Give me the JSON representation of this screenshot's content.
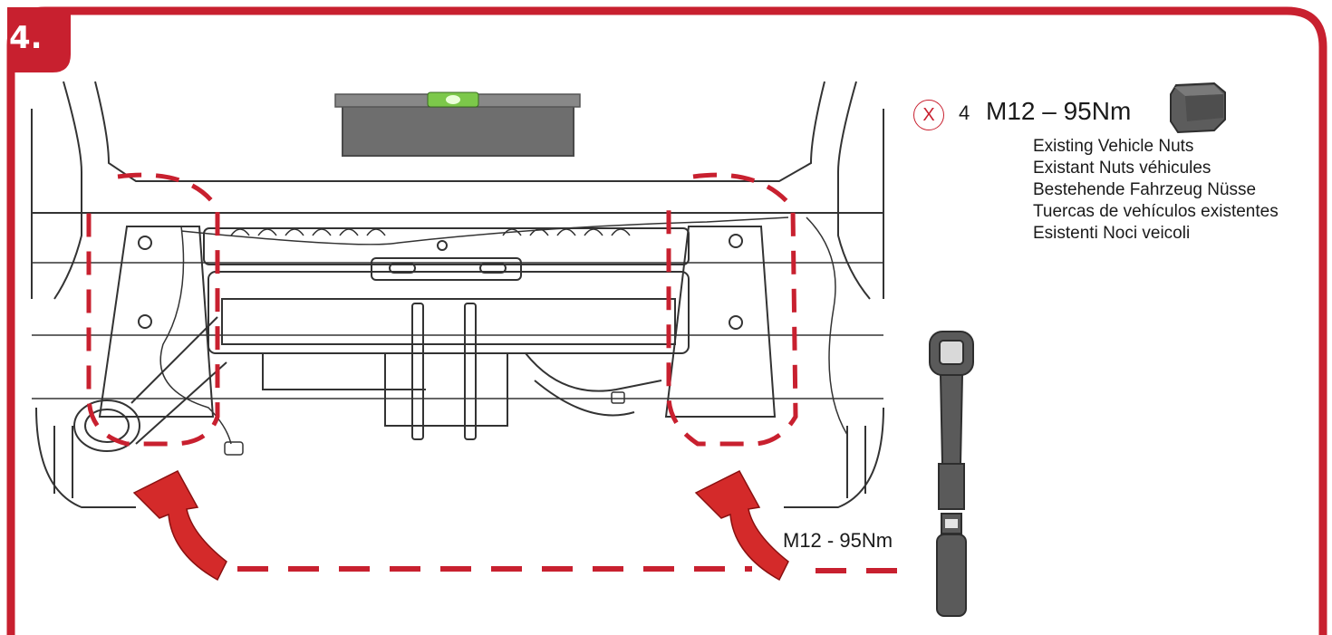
{
  "step": {
    "number": "4."
  },
  "spec": {
    "quantity_marker": "X",
    "quantity": "4",
    "title": "M12 – 95Nm",
    "descriptions": [
      "Existing Vehicle Nuts",
      "Existant Nuts véhicules",
      "Bestehende Fahrzeug Nüsse",
      "Tuercas de vehículos existentes",
      "Esistenti Noci veicoli"
    ]
  },
  "torque_callout": "M12 - 95Nm",
  "colors": {
    "accent": "#c8202f",
    "tool": "#5a5a5a",
    "level_bubble": "#7cc84a",
    "line": "#333333"
  },
  "icons": [
    "hex-nut-icon",
    "torque-wrench-icon",
    "curved-arrow-icon",
    "spirit-level-icon"
  ]
}
